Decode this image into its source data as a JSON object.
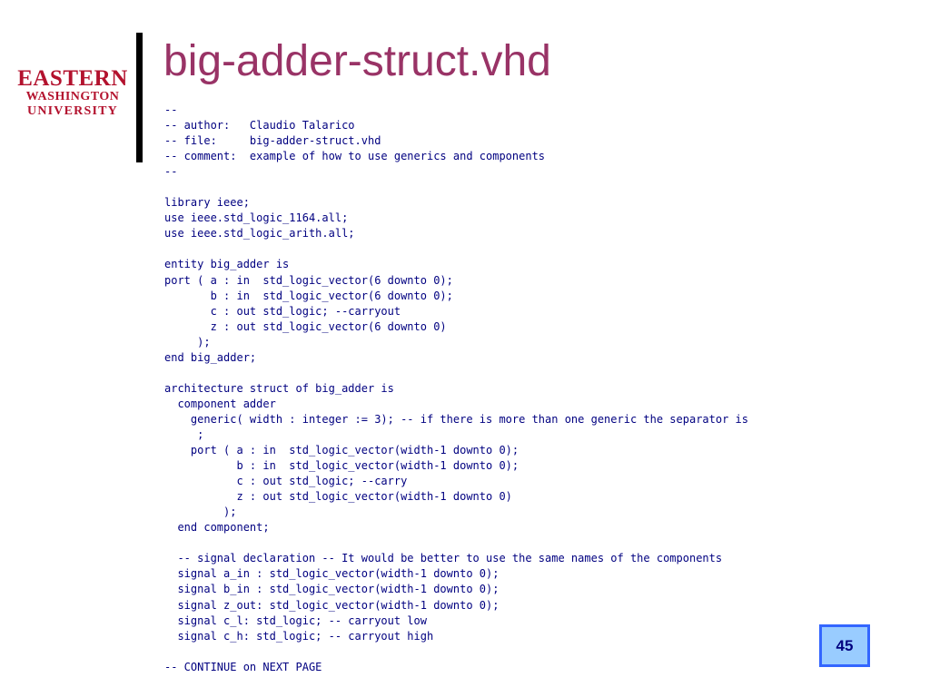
{
  "logo": {
    "line1": "EASTERN",
    "line2": "WASHINGTON",
    "line3": "UNIVERSITY",
    "color": "#b3122e"
  },
  "slide": {
    "title": "big-adder-struct.vhd",
    "title_color": "#993366",
    "code_color": "#000080",
    "page_number": "45"
  },
  "code_lines": [
    "--",
    "-- author:   Claudio Talarico",
    "-- file:     big-adder-struct.vhd",
    "-- comment:  example of how to use generics and components",
    "--",
    "",
    "library ieee;",
    "use ieee.std_logic_1164.all;",
    "use ieee.std_logic_arith.all;",
    "",
    "entity big_adder is",
    "port ( a : in  std_logic_vector(6 downto 0);",
    "       b : in  std_logic_vector(6 downto 0);",
    "       c : out std_logic; --carryout",
    "       z : out std_logic_vector(6 downto 0)",
    "     );",
    "end big_adder;",
    "",
    "architecture struct of big_adder is",
    "  component adder",
    "    generic( width : integer := 3); -- if there is more than one generic the separator is",
    "     ;",
    "    port ( a : in  std_logic_vector(width-1 downto 0);",
    "           b : in  std_logic_vector(width-1 downto 0);",
    "           c : out std_logic; --carry",
    "           z : out std_logic_vector(width-1 downto 0)",
    "         );",
    "  end component;",
    "",
    "  -- signal declaration -- It would be better to use the same names of the components",
    "  signal a_in : std_logic_vector(width-1 downto 0);",
    "  signal b_in : std_logic_vector(width-1 downto 0);",
    "  signal z_out: std_logic_vector(width-1 downto 0);",
    "  signal c_l: std_logic; -- carryout low",
    "  signal c_h: std_logic; -- carryout high",
    "",
    "-- CONTINUE on NEXT PAGE"
  ]
}
